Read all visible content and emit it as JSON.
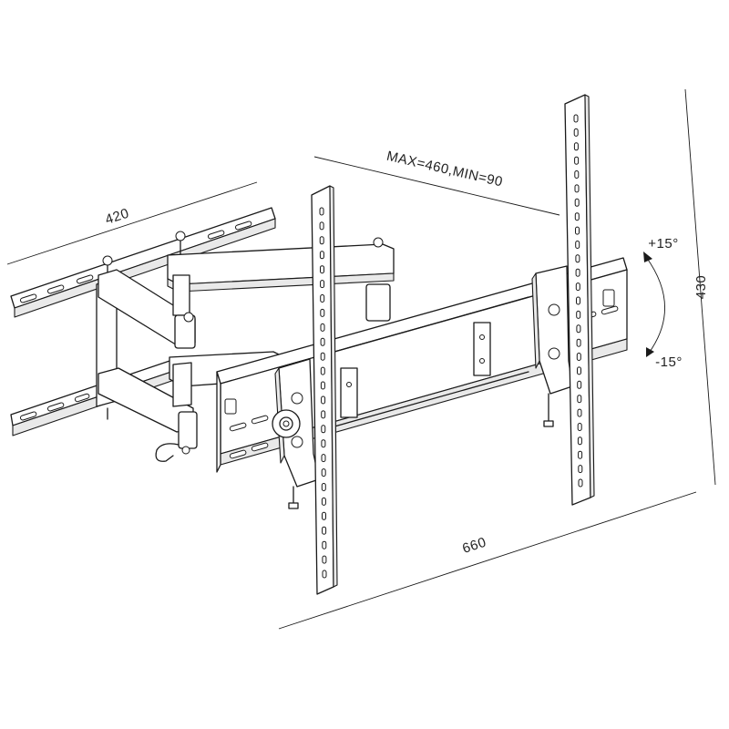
{
  "dimensions": {
    "wall_plate_width": "420",
    "vesa_range": "MAX=460,MIN=90",
    "max_extension_width": "660",
    "height": "430",
    "tilt_up": "+15°",
    "tilt_down": "-15°"
  }
}
